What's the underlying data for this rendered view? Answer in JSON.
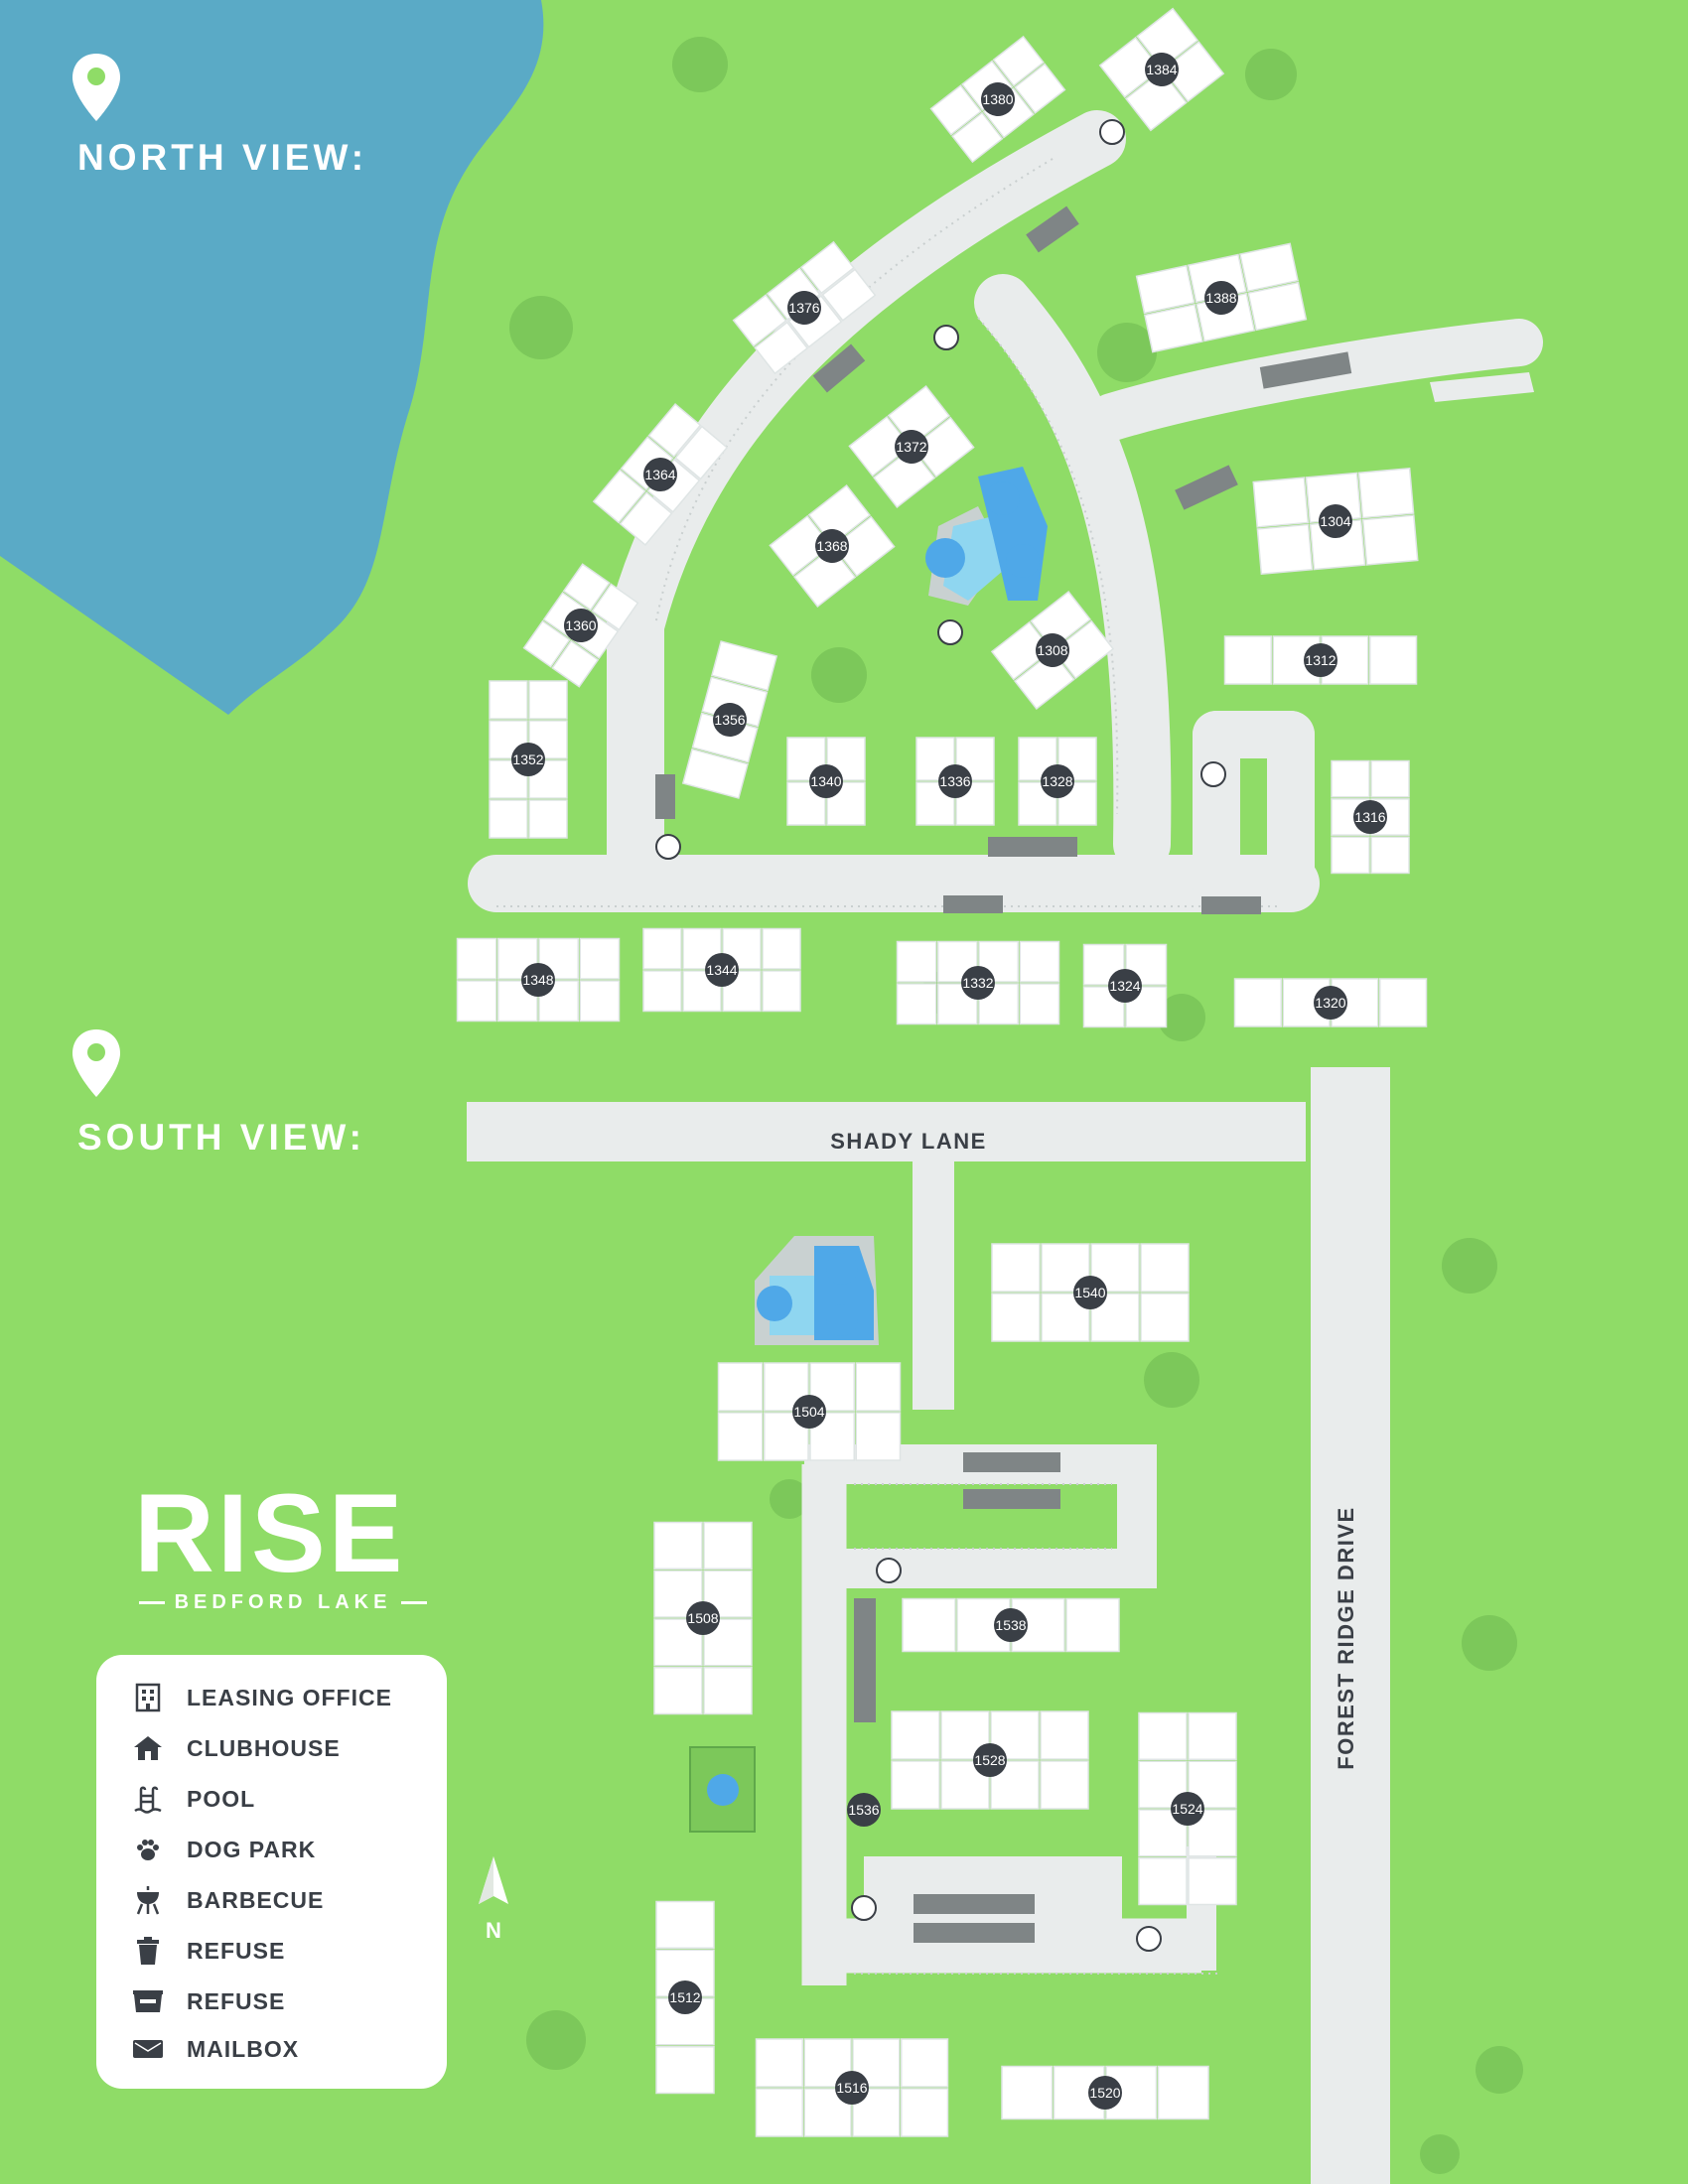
{
  "views": {
    "north_label": "NORTH VIEW:",
    "south_label": "SOUTH VIEW:"
  },
  "roads": {
    "shady_lane": "SHADY LANE",
    "forest_ridge": "FOREST RIDGE DRIVE"
  },
  "brand": {
    "name": "RISE",
    "subtitle": "BEDFORD LAKE"
  },
  "legend": {
    "items": [
      {
        "icon": "leasing-office-icon",
        "label": "LEASING OFFICE"
      },
      {
        "icon": "clubhouse-icon",
        "label": "CLUBHOUSE"
      },
      {
        "icon": "pool-icon",
        "label": "POOL"
      },
      {
        "icon": "dog-park-icon",
        "label": "DOG PARK"
      },
      {
        "icon": "barbecue-icon",
        "label": "BARBECUE"
      },
      {
        "icon": "refuse-bin-icon",
        "label": "REFUSE"
      },
      {
        "icon": "refuse-dumpster-icon",
        "label": "REFUSE"
      },
      {
        "icon": "mailbox-icon",
        "label": "MAILBOX"
      }
    ]
  },
  "compass": {
    "label": "N"
  },
  "buildings": {
    "north": [
      "1380",
      "1384",
      "1376",
      "1388",
      "1372",
      "1364",
      "1304",
      "1368",
      "1360",
      "1308",
      "1312",
      "1356",
      "1352",
      "1340",
      "1336",
      "1328",
      "1316",
      "1348",
      "1344",
      "1332",
      "1324",
      "1320"
    ],
    "south": [
      "1540",
      "1504",
      "1538",
      "1508",
      "1528",
      "1524",
      "1536",
      "1512",
      "1516",
      "1520"
    ]
  },
  "colors": {
    "grass": "#8fdc67",
    "water": "#5aaac6",
    "road": "#e9ecec",
    "building": "#ffffff",
    "badge": "#3a3f46",
    "amenity": "#4fa8e8",
    "pool": "#8fd6f0"
  }
}
